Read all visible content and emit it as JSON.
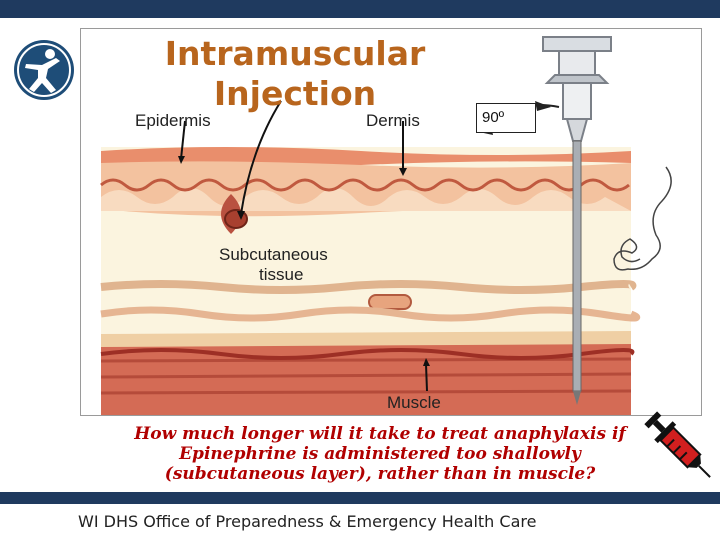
{
  "slide": {
    "title": "Intramuscular Injection",
    "angle_label": "90º",
    "question": "How much longer will it take to treat anaphylaxis if Epinephrine is administered too shallowly (subcutaneous layer), rather than in muscle?",
    "footer": "WI DHS Office of Preparedness & Emergency Health Care"
  },
  "diagram": {
    "labels": {
      "epidermis": "Epidermis",
      "dermis": "Dermis",
      "subcutaneous_line1": "Subcutaneous",
      "subcutaneous_line2": "tissue",
      "muscle": "Muscle"
    }
  },
  "colors": {
    "bar": "#1f3a5f",
    "title": "#b8651d",
    "question": "#b00000",
    "logo": "#1e4d78"
  }
}
